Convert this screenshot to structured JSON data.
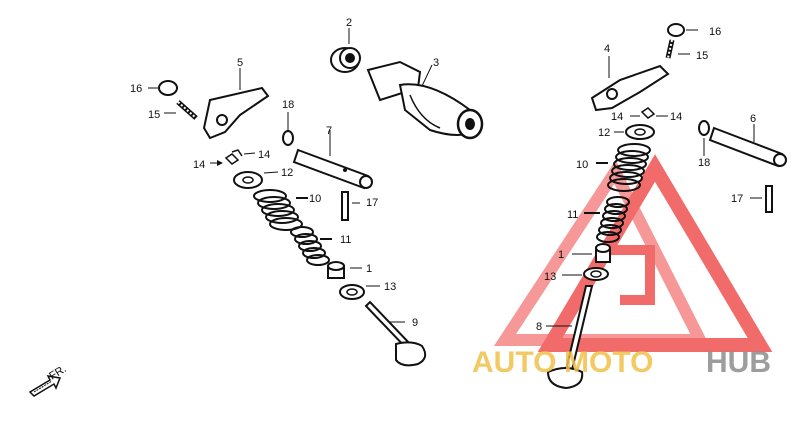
{
  "diagram": {
    "callouts_left": [
      "2",
      "3",
      "5",
      "16",
      "15",
      "18",
      "7",
      "14",
      "14",
      "12",
      "10",
      "17",
      "11",
      "1",
      "13",
      "9"
    ],
    "callouts_right": [
      "16",
      "15",
      "4",
      "14",
      "14",
      "12",
      "6",
      "18",
      "10",
      "11",
      "17",
      "1",
      "13",
      "8"
    ],
    "direction_label": "FR."
  },
  "watermark": {
    "auto": "AUTO",
    "moto": "MOTO",
    "hub": "HUB",
    "colors": {
      "auto": "#f2c04a",
      "moto": "#f2c04a",
      "hub": "#8c8c8c",
      "triangle": "#ee3a3a"
    }
  }
}
